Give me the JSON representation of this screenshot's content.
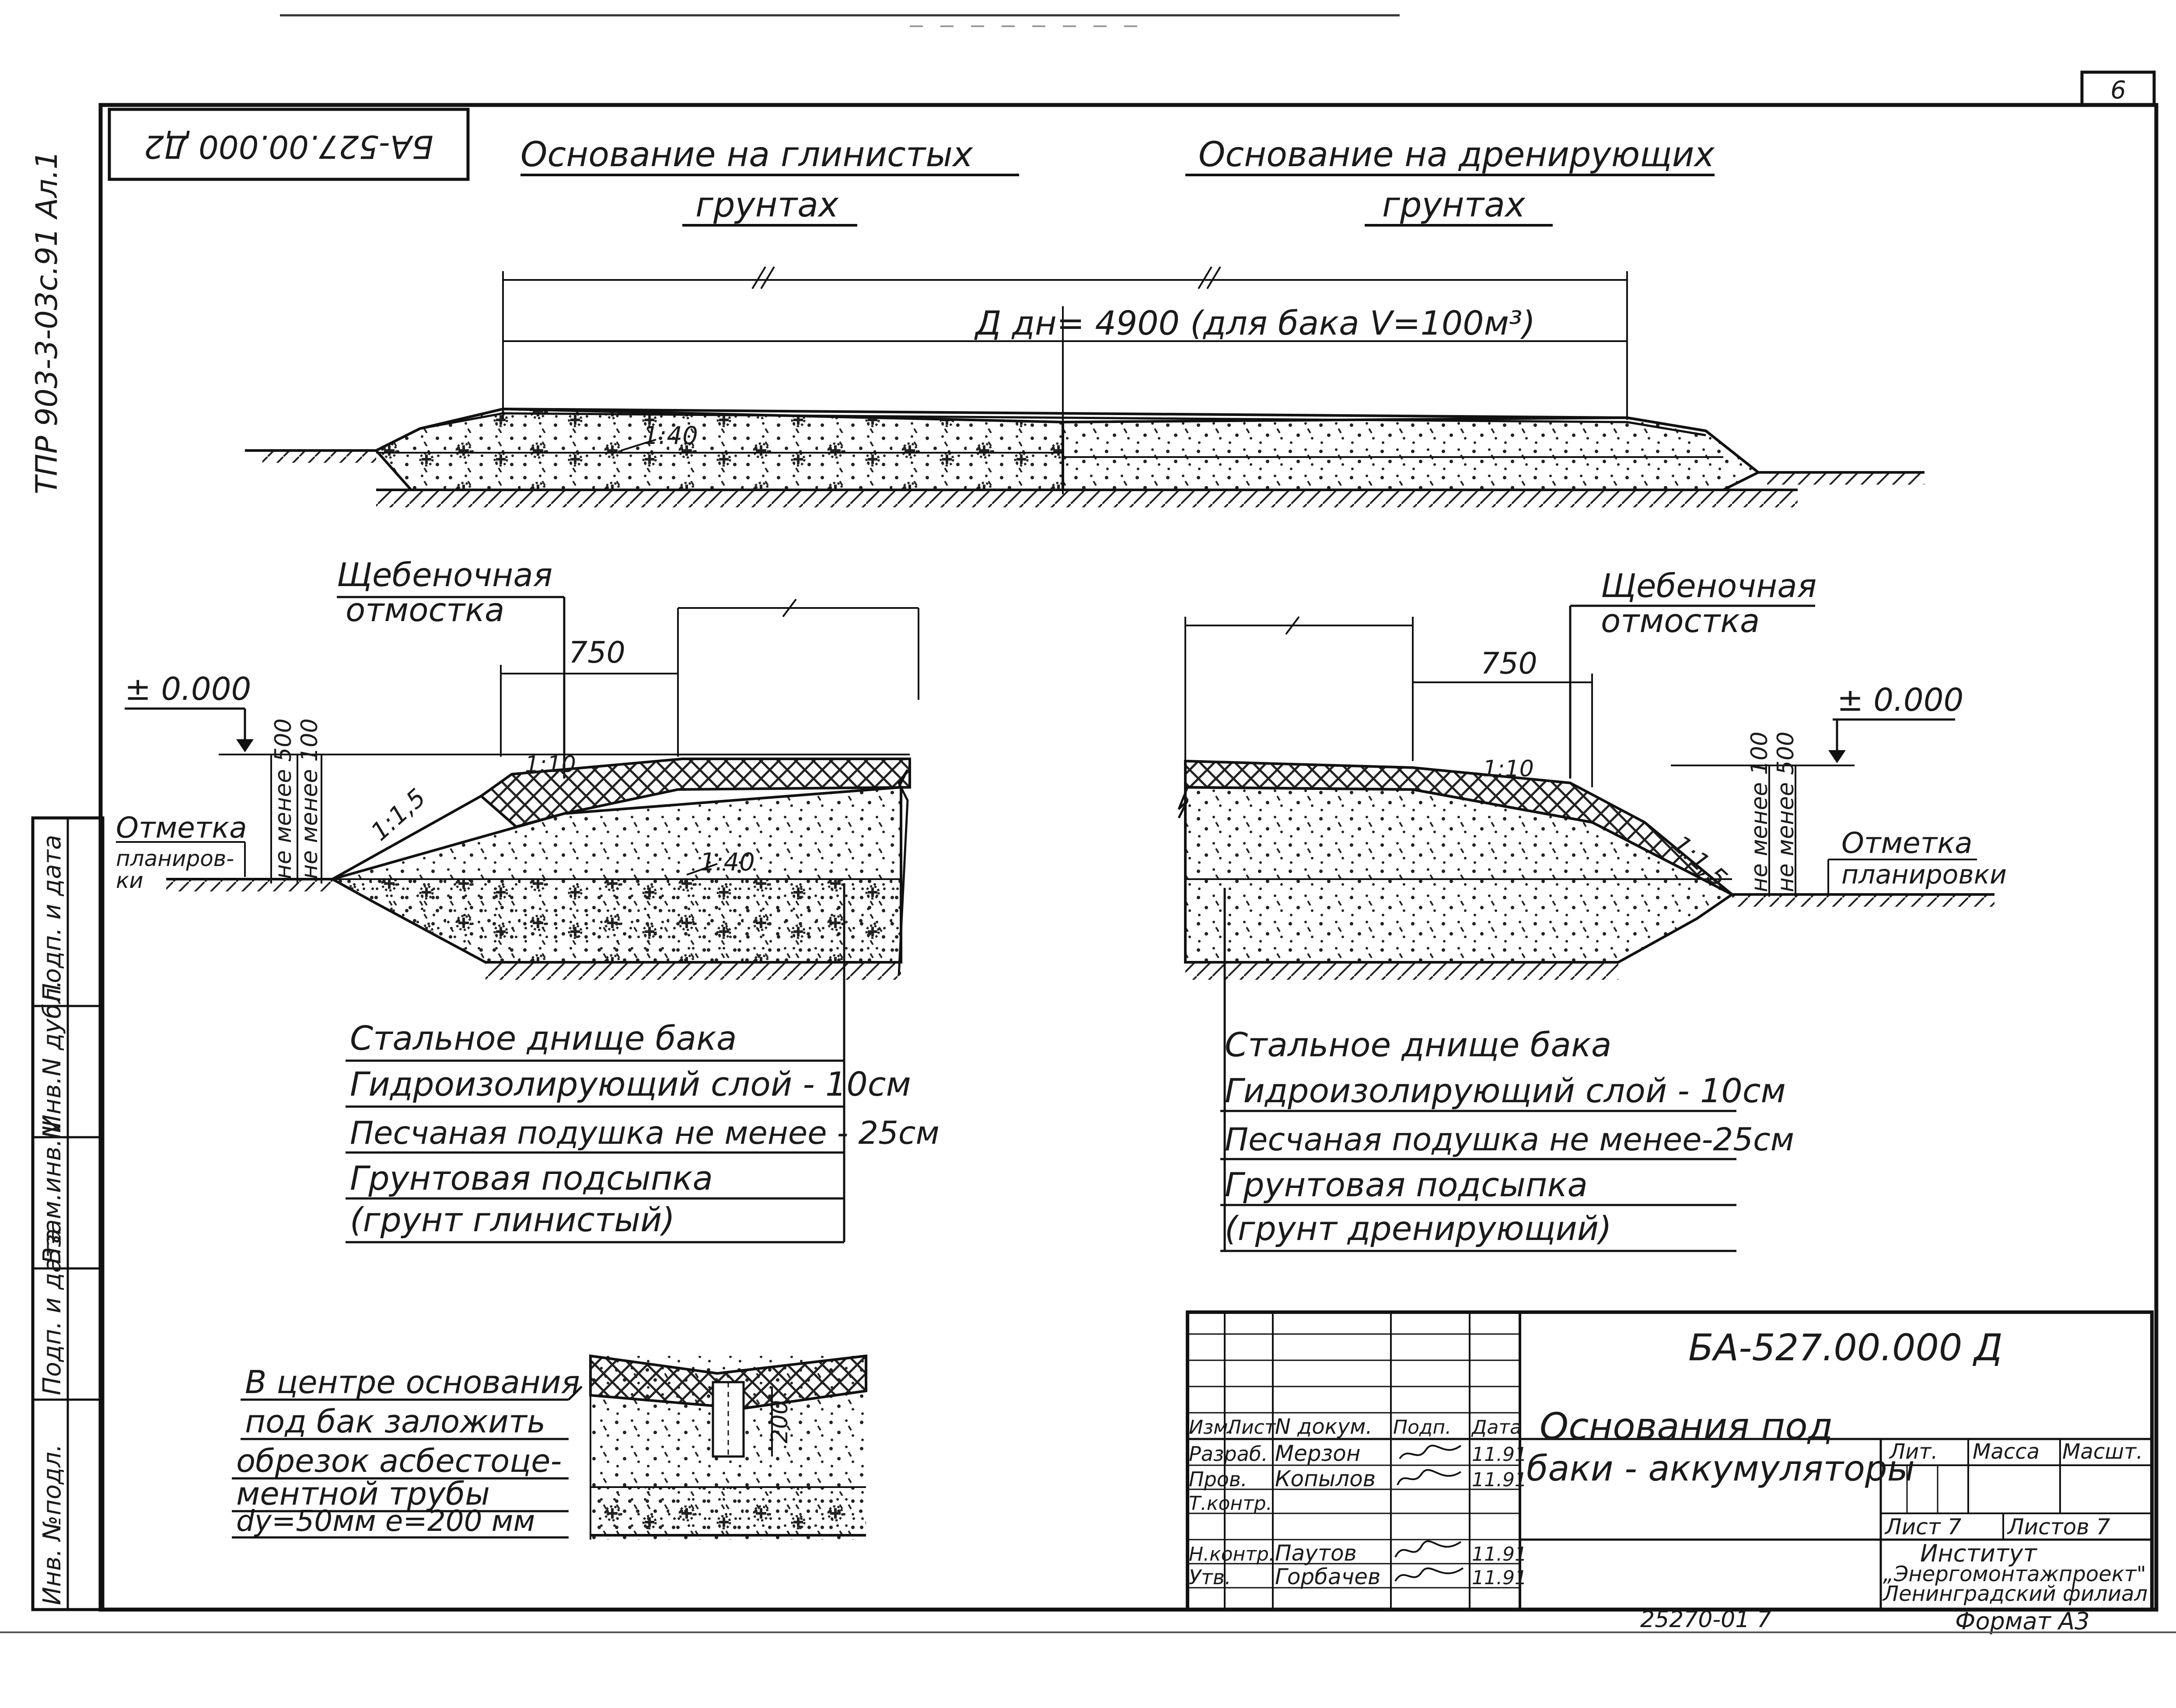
{
  "sheet_number": "6",
  "side_code": "ТПР 903-3-03с.91 Ал.1",
  "stamp_code_inverted": "БА-527.00.000 Д2",
  "titles": {
    "left_l1": "Основание на глинистых",
    "left_l2": "грунтах",
    "right_l1": "Основание на дренирующих",
    "right_l2": "грунтах"
  },
  "top_section": {
    "diameter_label": "Д дн= 4900 (для бака V=100м³)",
    "slope_label": "1:40"
  },
  "left_detail": {
    "callout_l1": "Щебеночная",
    "callout_l2": "отмостка",
    "dim_750": "750",
    "zero_mark": "± 0.000",
    "mark_l1": "Отметка",
    "mark_l2": "планиров-",
    "mark_l3": "ки",
    "min500": "не менее 500",
    "min100": "не менее 100",
    "slope_15": "1:1,5",
    "slope_10": "1:10",
    "slope_40": "1:40"
  },
  "right_detail": {
    "callout_l1": "Щебеночная",
    "callout_l2": "отмостка",
    "dim_750": "750",
    "zero_mark": "± 0.000",
    "mark_l1": "Отметка",
    "mark_l2": "планировки",
    "min100": "не менее 100",
    "min500": "не менее 500",
    "slope_15": "1:1,5",
    "slope_10": "1:10"
  },
  "legend_left": [
    "Стальное днище бака",
    "Гидроизолирующий слой - 10см",
    "Песчаная подушка не менее - 25см",
    "Грунтовая подсыпка",
    "(грунт глинистый)"
  ],
  "legend_right": [
    "Стальное днище бака",
    "Гидроизолирующий слой - 10см",
    "Песчаная подушка не менее-25см",
    "Грунтовая подсыпка",
    "(грунт дренирующий)"
  ],
  "center_note": [
    "В центре основания",
    "под бак заложить",
    "обрезок асбестоце-",
    "ментной трубы",
    "dу=50мм е=200 мм"
  ],
  "center_detail_dim": "200",
  "side_stamp": [
    "Инв. №подл.",
    "Подп. и дата",
    "Взам.инв.N",
    "Инв.N дубл.",
    "Подп. и дата"
  ],
  "title_block": {
    "code": "БА-527.00.000 Д",
    "title_l1": "Основания под",
    "title_l2": "баки - аккумуляторы",
    "col_izm": "Изм.",
    "col_list": "Лист",
    "col_ndoc": "N докум.",
    "col_podp": "Подп.",
    "col_data": "Дата",
    "row1_role": "Разраб.",
    "row1_name": "Мерзон",
    "row1_date": "11.91",
    "row2_role": "Пров.",
    "row2_name": "Копылов",
    "row2_date": "11.91",
    "row3_role": "Т.контр.",
    "row4_role": "Н.контр.",
    "row4_name": "Паутов",
    "row4_date": "11.91",
    "row5_role": "Утв.",
    "row5_name": "Горбачев",
    "row5_date": "11.91",
    "lit": "Лит.",
    "massa": "Масса",
    "masht": "Масшт.",
    "list_label": "Лист 7",
    "listov_label": "Листов 7",
    "org_l1": "Институт",
    "org_l2": "„Энергомонтажпроект\"",
    "org_l3": "Ленинградский филиал",
    "format": "Формат А3"
  },
  "bottom_code": "25270-01 7"
}
